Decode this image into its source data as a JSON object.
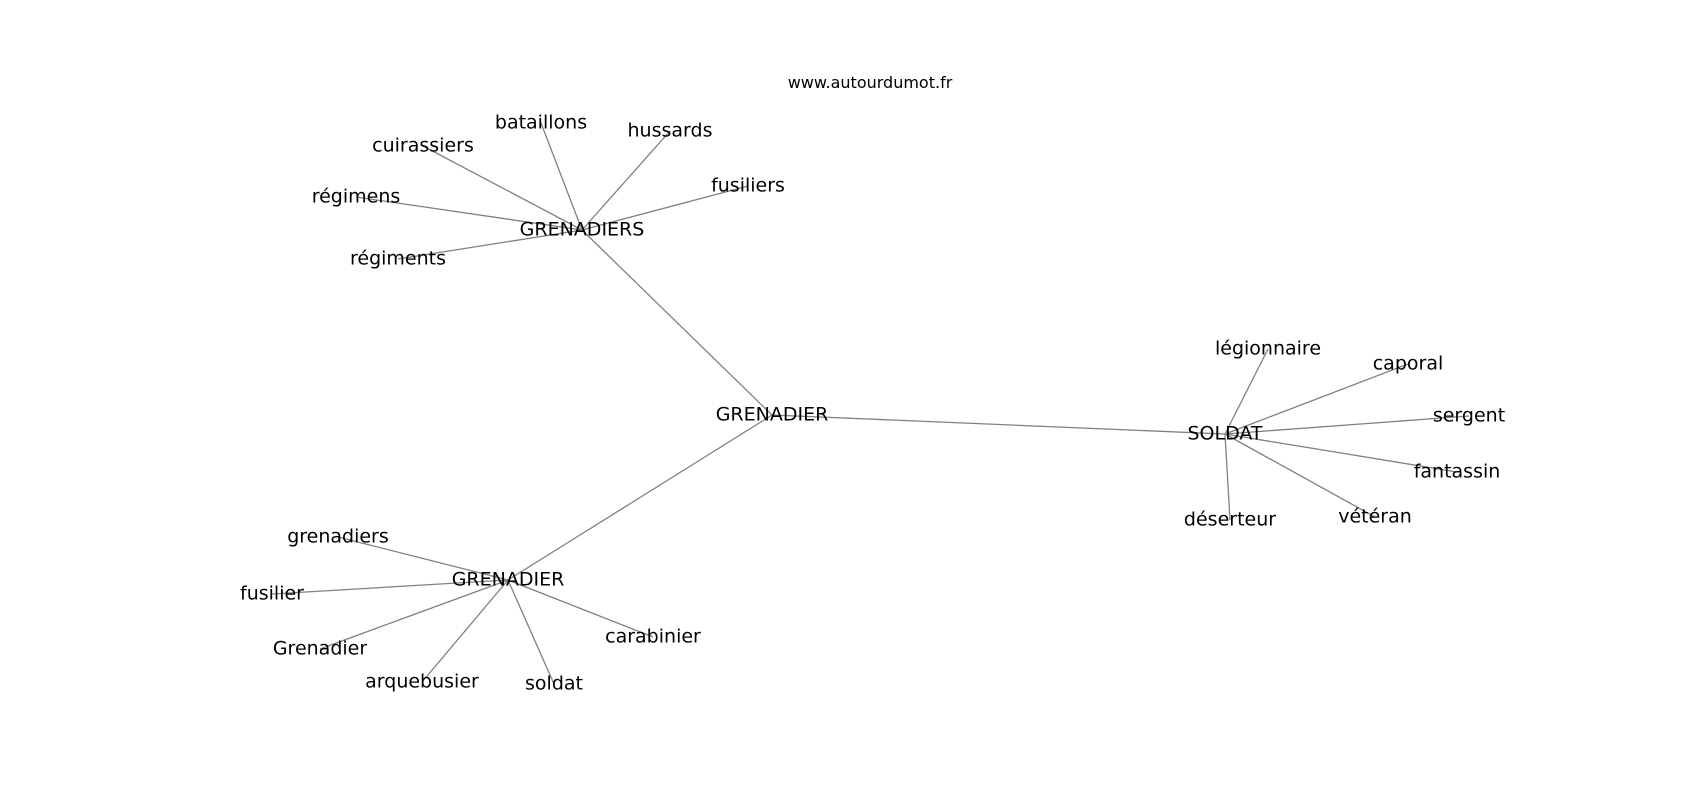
{
  "site": "www.autourdumot.fr",
  "colors": {
    "edge": "#808080",
    "text": "#000000",
    "background": "#ffffff"
  },
  "graph": {
    "nodes": [
      {
        "id": "center",
        "label": "GRENADIER"
      },
      {
        "id": "plural",
        "label": "GRENADIERS"
      },
      {
        "id": "lower",
        "label": "GRENADIER"
      },
      {
        "id": "soldat_hub",
        "label": "SOLDAT"
      },
      {
        "id": "bataillons",
        "label": "bataillons"
      },
      {
        "id": "hussards",
        "label": "hussards"
      },
      {
        "id": "cuirassiers",
        "label": "cuirassiers"
      },
      {
        "id": "fusiliers",
        "label": "fusiliers"
      },
      {
        "id": "regimens",
        "label": "régimens"
      },
      {
        "id": "regiments",
        "label": "régiments"
      },
      {
        "id": "legionnaire",
        "label": "légionnaire"
      },
      {
        "id": "caporal",
        "label": "caporal"
      },
      {
        "id": "sergent",
        "label": "sergent"
      },
      {
        "id": "fantassin",
        "label": "fantassin"
      },
      {
        "id": "deserteur",
        "label": "déserteur"
      },
      {
        "id": "veteran",
        "label": "vétéran"
      },
      {
        "id": "grenadiers_l",
        "label": "grenadiers"
      },
      {
        "id": "fusilier",
        "label": "fusilier"
      },
      {
        "id": "Grenadier_c",
        "label": "Grenadier"
      },
      {
        "id": "arquebusier",
        "label": "arquebusier"
      },
      {
        "id": "soldat_l",
        "label": "soldat"
      },
      {
        "id": "carabinier",
        "label": "carabinier"
      }
    ],
    "edges": [
      [
        "center",
        "plural"
      ],
      [
        "center",
        "lower"
      ],
      [
        "center",
        "soldat_hub"
      ],
      [
        "plural",
        "bataillons"
      ],
      [
        "plural",
        "hussards"
      ],
      [
        "plural",
        "cuirassiers"
      ],
      [
        "plural",
        "fusiliers"
      ],
      [
        "plural",
        "regimens"
      ],
      [
        "plural",
        "regiments"
      ],
      [
        "soldat_hub",
        "legionnaire"
      ],
      [
        "soldat_hub",
        "caporal"
      ],
      [
        "soldat_hub",
        "sergent"
      ],
      [
        "soldat_hub",
        "fantassin"
      ],
      [
        "soldat_hub",
        "deserteur"
      ],
      [
        "soldat_hub",
        "veteran"
      ],
      [
        "lower",
        "grenadiers_l"
      ],
      [
        "lower",
        "fusilier"
      ],
      [
        "lower",
        "Grenadier_c"
      ],
      [
        "lower",
        "arquebusier"
      ],
      [
        "lower",
        "soldat_l"
      ],
      [
        "lower",
        "carabinier"
      ]
    ]
  }
}
